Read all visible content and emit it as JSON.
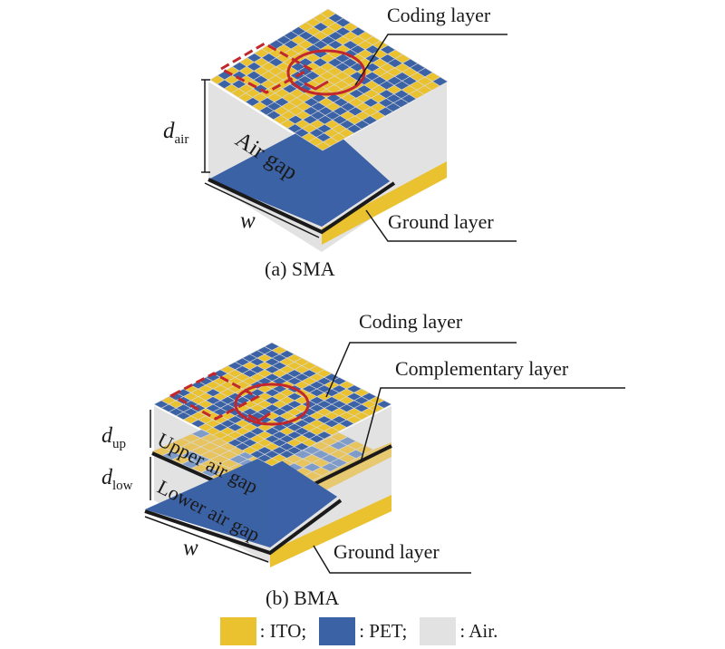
{
  "colors": {
    "ito": "#eac230",
    "pet": "#3c62a6",
    "air": "#e2e2e2",
    "ito_soft": "#e8c45e",
    "marker": "#c1272d",
    "leader": "#1a1a1a"
  },
  "sma": {
    "coding_label": "Coding layer",
    "ground_label": "Ground layer",
    "gap_label": "Air gap",
    "d_main": "d",
    "d_sub": "air",
    "w_label": "w",
    "caption": "(a) SMA"
  },
  "bma": {
    "coding_label": "Coding layer",
    "complementary_label": "Complementary layer",
    "ground_label": "Ground layer",
    "upper_gap_label": "Upper air gap",
    "lower_gap_label": "Lower air gap",
    "d_up_main": "d",
    "d_up_sub": "up",
    "d_low_main": "d",
    "d_low_sub": "low",
    "w_label": "w",
    "caption": "(b) BMA"
  },
  "legend": [
    {
      "key": "ito",
      "label": ": ITO;"
    },
    {
      "key": "pet",
      "label": ": PET;"
    },
    {
      "key": "air",
      "label": ": Air."
    }
  ]
}
